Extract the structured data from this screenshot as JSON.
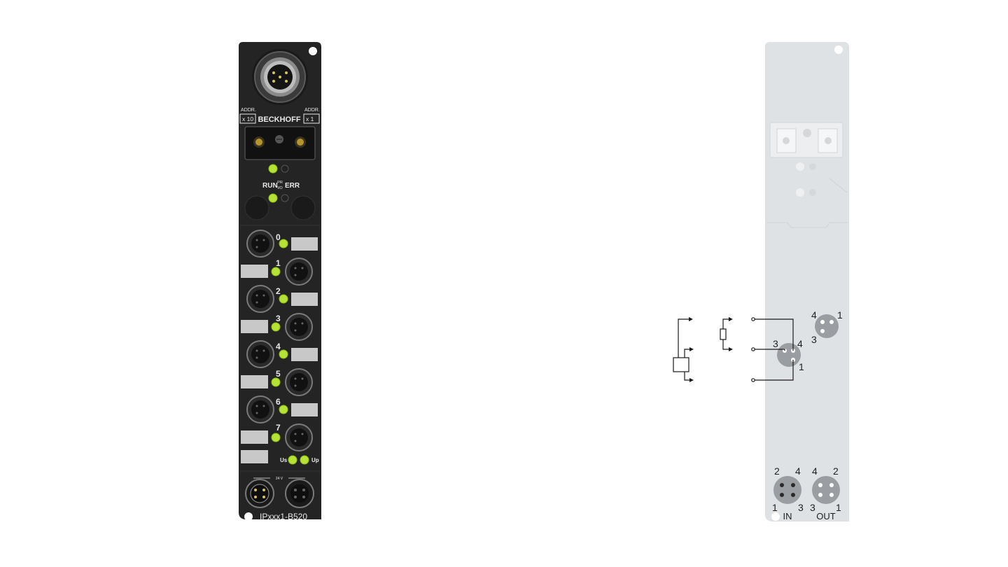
{
  "module": {
    "brand": "BECKHOFF",
    "model": "IPxxx1-B520",
    "addr_left_label": "ADDR.",
    "addr_left_value": "x 10",
    "addr_right_label": "ADDR.",
    "addr_right_value": "x 1",
    "status_run": "RUN",
    "status_pr": "PR",
    "status_io": "I/O",
    "status_err": "ERR",
    "channels": [
      "0",
      "1",
      "2",
      "3",
      "4",
      "5",
      "6",
      "7"
    ],
    "power_us": "Us",
    "power_up": "Up",
    "power_volt": "24 V"
  },
  "pinout": {
    "signal_connector": {
      "pin4": "4",
      "pin1": "1",
      "pin3": "3"
    },
    "circuit_connector": {
      "pin3": "3",
      "pin4": "4",
      "pin1": "1"
    },
    "power_in": {
      "pin2": "2",
      "pin4": "4",
      "pin1": "1",
      "pin3": "3",
      "label": "IN"
    },
    "power_out": {
      "pin4": "4",
      "pin2": "2",
      "pin3": "3",
      "pin1": "1",
      "label": "OUT"
    }
  },
  "colors": {
    "housing": "#242424",
    "panel": "#dfe2e5",
    "led_green": "#b5e234",
    "label_slot": "#c8c8c8"
  }
}
